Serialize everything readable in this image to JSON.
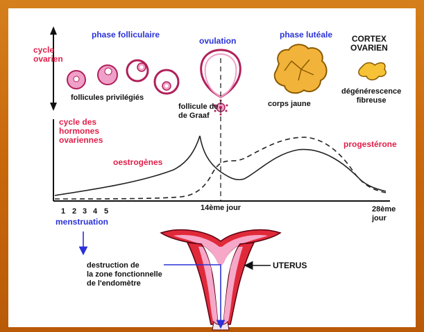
{
  "colors": {
    "background": "#c86a0e",
    "panel": "#ffffff",
    "red_label": "#e0204a",
    "blue_label": "#2a32d8",
    "follicle_pink": "#f0a0c8",
    "corpus_yellow": "#f2b33a",
    "uterus_red": "#e02a3a",
    "uterus_pink": "#f7a7c8"
  },
  "labels": {
    "cycle_ovarien": "cycle\novarien",
    "phase_folliculaire": "phase folliculaire",
    "ovulation": "ovulation",
    "phase_luteale": "phase lutéale",
    "cortex_ovarien": "CORTEX\nOVARIEN",
    "follicules_privilegies": "follicules privilégiés",
    "follicule_de_graaf": "follicule de\nde Graaf",
    "corps_jaune": "corps jaune",
    "degenerescence": "dégénérescence\nfibreuse",
    "cycle_hormones": "cycle des\nhormones\novariennes",
    "oestrogenes": "oestrogènes",
    "progesterone": "progestérone",
    "day_14": "14ème jour",
    "day_28": "28ème\njour",
    "menstruation": "menstruation",
    "destruction": "destruction de\nla zone fonctionnelle\nde l'endomètre",
    "uterus": "UTERUS"
  },
  "day_ticks": [
    "1",
    "2",
    "3",
    "4",
    "5"
  ],
  "icons": [
    "follicle-icon",
    "graaf-follicle-icon",
    "oocyte-icon",
    "corpus-luteum-icon",
    "corpus-albicans-icon",
    "uterus-icon"
  ]
}
